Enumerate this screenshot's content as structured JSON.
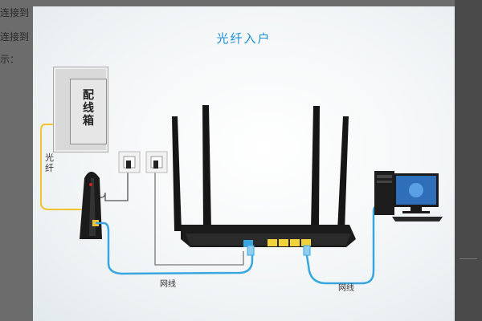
{
  "background_text": {
    "line1": "连接到",
    "line2": "连接到",
    "line3": "示："
  },
  "diagram": {
    "title": "光纤入户",
    "distribution_box_label": "配线箱",
    "fiber_label": "光纤",
    "network_cable_label_1": "网线",
    "network_cable_label_2": "网线"
  },
  "colors": {
    "title": "#1e8fd6",
    "fiber_cable": "#f1c232",
    "network_cable": "#3aa6df",
    "phone_cable": "#555555",
    "router_body": "#1b1b1b",
    "lan_ports": "#f3d23b"
  },
  "icons": [
    "distribution-box",
    "optical-modem",
    "wall-socket",
    "router",
    "desktop-computer"
  ]
}
